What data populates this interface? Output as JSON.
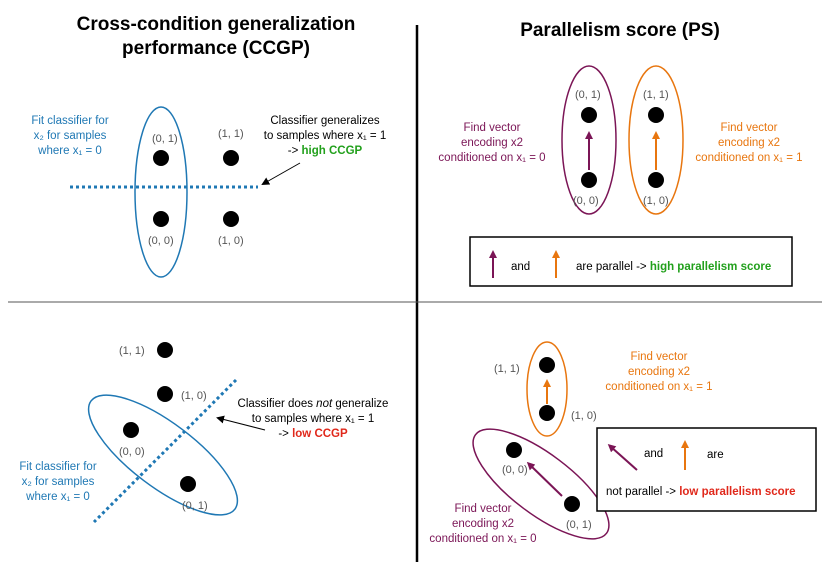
{
  "colors": {
    "blue": "#1f78b4",
    "purple": "#7b1556",
    "orange": "#e8760f",
    "green": "#22a01c",
    "red": "#e0281b"
  },
  "titles": {
    "ccgp_line1": "Cross-condition generalization",
    "ccgp_line2": "performance (CCGP)",
    "ps": "Parallelism score (PS)"
  },
  "coords": {
    "c01": "(0, 1)",
    "c11": "(1, 1)",
    "c00": "(0,  0)",
    "c10": "(1, 0)",
    "c00b": "(0, 0)",
    "c00c": "(0,  0)",
    "c11b": "(1, 1)"
  },
  "top_left": {
    "fit_line1": "Fit classifier for",
    "fit_line2": "x₂ for samples",
    "fit_line3": "where x₁ = 0",
    "gen_line1": "Classifier generalizes",
    "gen_line2": "to samples where x₁ = 1",
    "gen_arrow": "-> ",
    "gen_high": "high CCGP"
  },
  "bottom_left": {
    "fit_line1": "Fit classifier for",
    "fit_line2": "x₂ for samples",
    "fit_line3": "where x₁ = 0",
    "gen_line1a": "Classifier does ",
    "gen_line1b": "not",
    "gen_line1c": " generalize",
    "gen_line2": "to samples where x₁ = 1",
    "gen_arrow": "-> ",
    "gen_low": "low CCGP"
  },
  "top_right": {
    "find_left_1": "Find vector",
    "find_left_2": "encoding x2",
    "find_left_3": "conditioned on  x₁ = 0",
    "find_right_1": "Find vector",
    "find_right_2": "encoding x2",
    "find_right_3": "conditioned on  x₁ = 1",
    "box_and": "and",
    "box_are": "are parallel -> ",
    "box_high": "high parallelism score"
  },
  "bottom_right": {
    "find_top_1": "Find vector",
    "find_top_2": "encoding x2",
    "find_top_3": "conditioned on  x₁ = 1",
    "find_bottom_1": "Find vector",
    "find_bottom_2": "encoding x2",
    "find_bottom_3": "conditioned on  x₁ = 0",
    "box_and": "and",
    "box_are": "are",
    "box_not": "not parallel  -> ",
    "box_low": "low parallelism score"
  }
}
